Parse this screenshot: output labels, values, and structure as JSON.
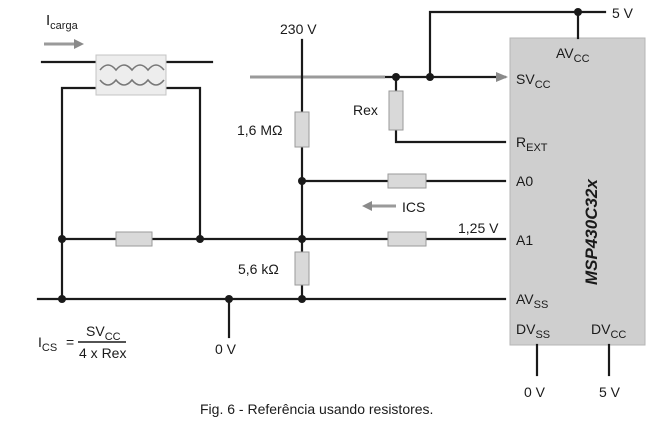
{
  "labels": {
    "i_carga_main": "I",
    "i_carga_sub": "carga",
    "v230": "230 V",
    "v5_top": "5 V",
    "avcc_main": "AV",
    "avcc_sub": "CC",
    "svcc_main": "SV",
    "svcc_sub": "CC",
    "rex": "Rex",
    "rext_main": "R",
    "rext_sub": "EXT",
    "r1": "1,6 MΩ",
    "a0": "A0",
    "ics": "ICS",
    "v125": "1,25 V",
    "a1": "A1",
    "r2": "5,6 kΩ",
    "avss_main": "AV",
    "avss_sub": "SS",
    "dvss_main": "DV",
    "dvss_sub": "SS",
    "dvcc_main": "DV",
    "dvcc_sub": "CC",
    "chip": "MSP430C32x",
    "zero_v_left": "0 V",
    "zero_v_bottom": "0 V",
    "five_v_bottom": "5 V",
    "formula_lhs_main": "I",
    "formula_lhs_sub": "CS",
    "formula_eq": "=",
    "formula_num_main": "SV",
    "formula_num_sub": "CC",
    "formula_den": "4 x Rex",
    "caption": "Fig. 6 - Referência usando resistores."
  },
  "colors": {
    "wire": "#1a1a1a",
    "chip": "#cfcfcf",
    "resistor": "#d9d9d9",
    "arrow": "#9a9a9a"
  }
}
